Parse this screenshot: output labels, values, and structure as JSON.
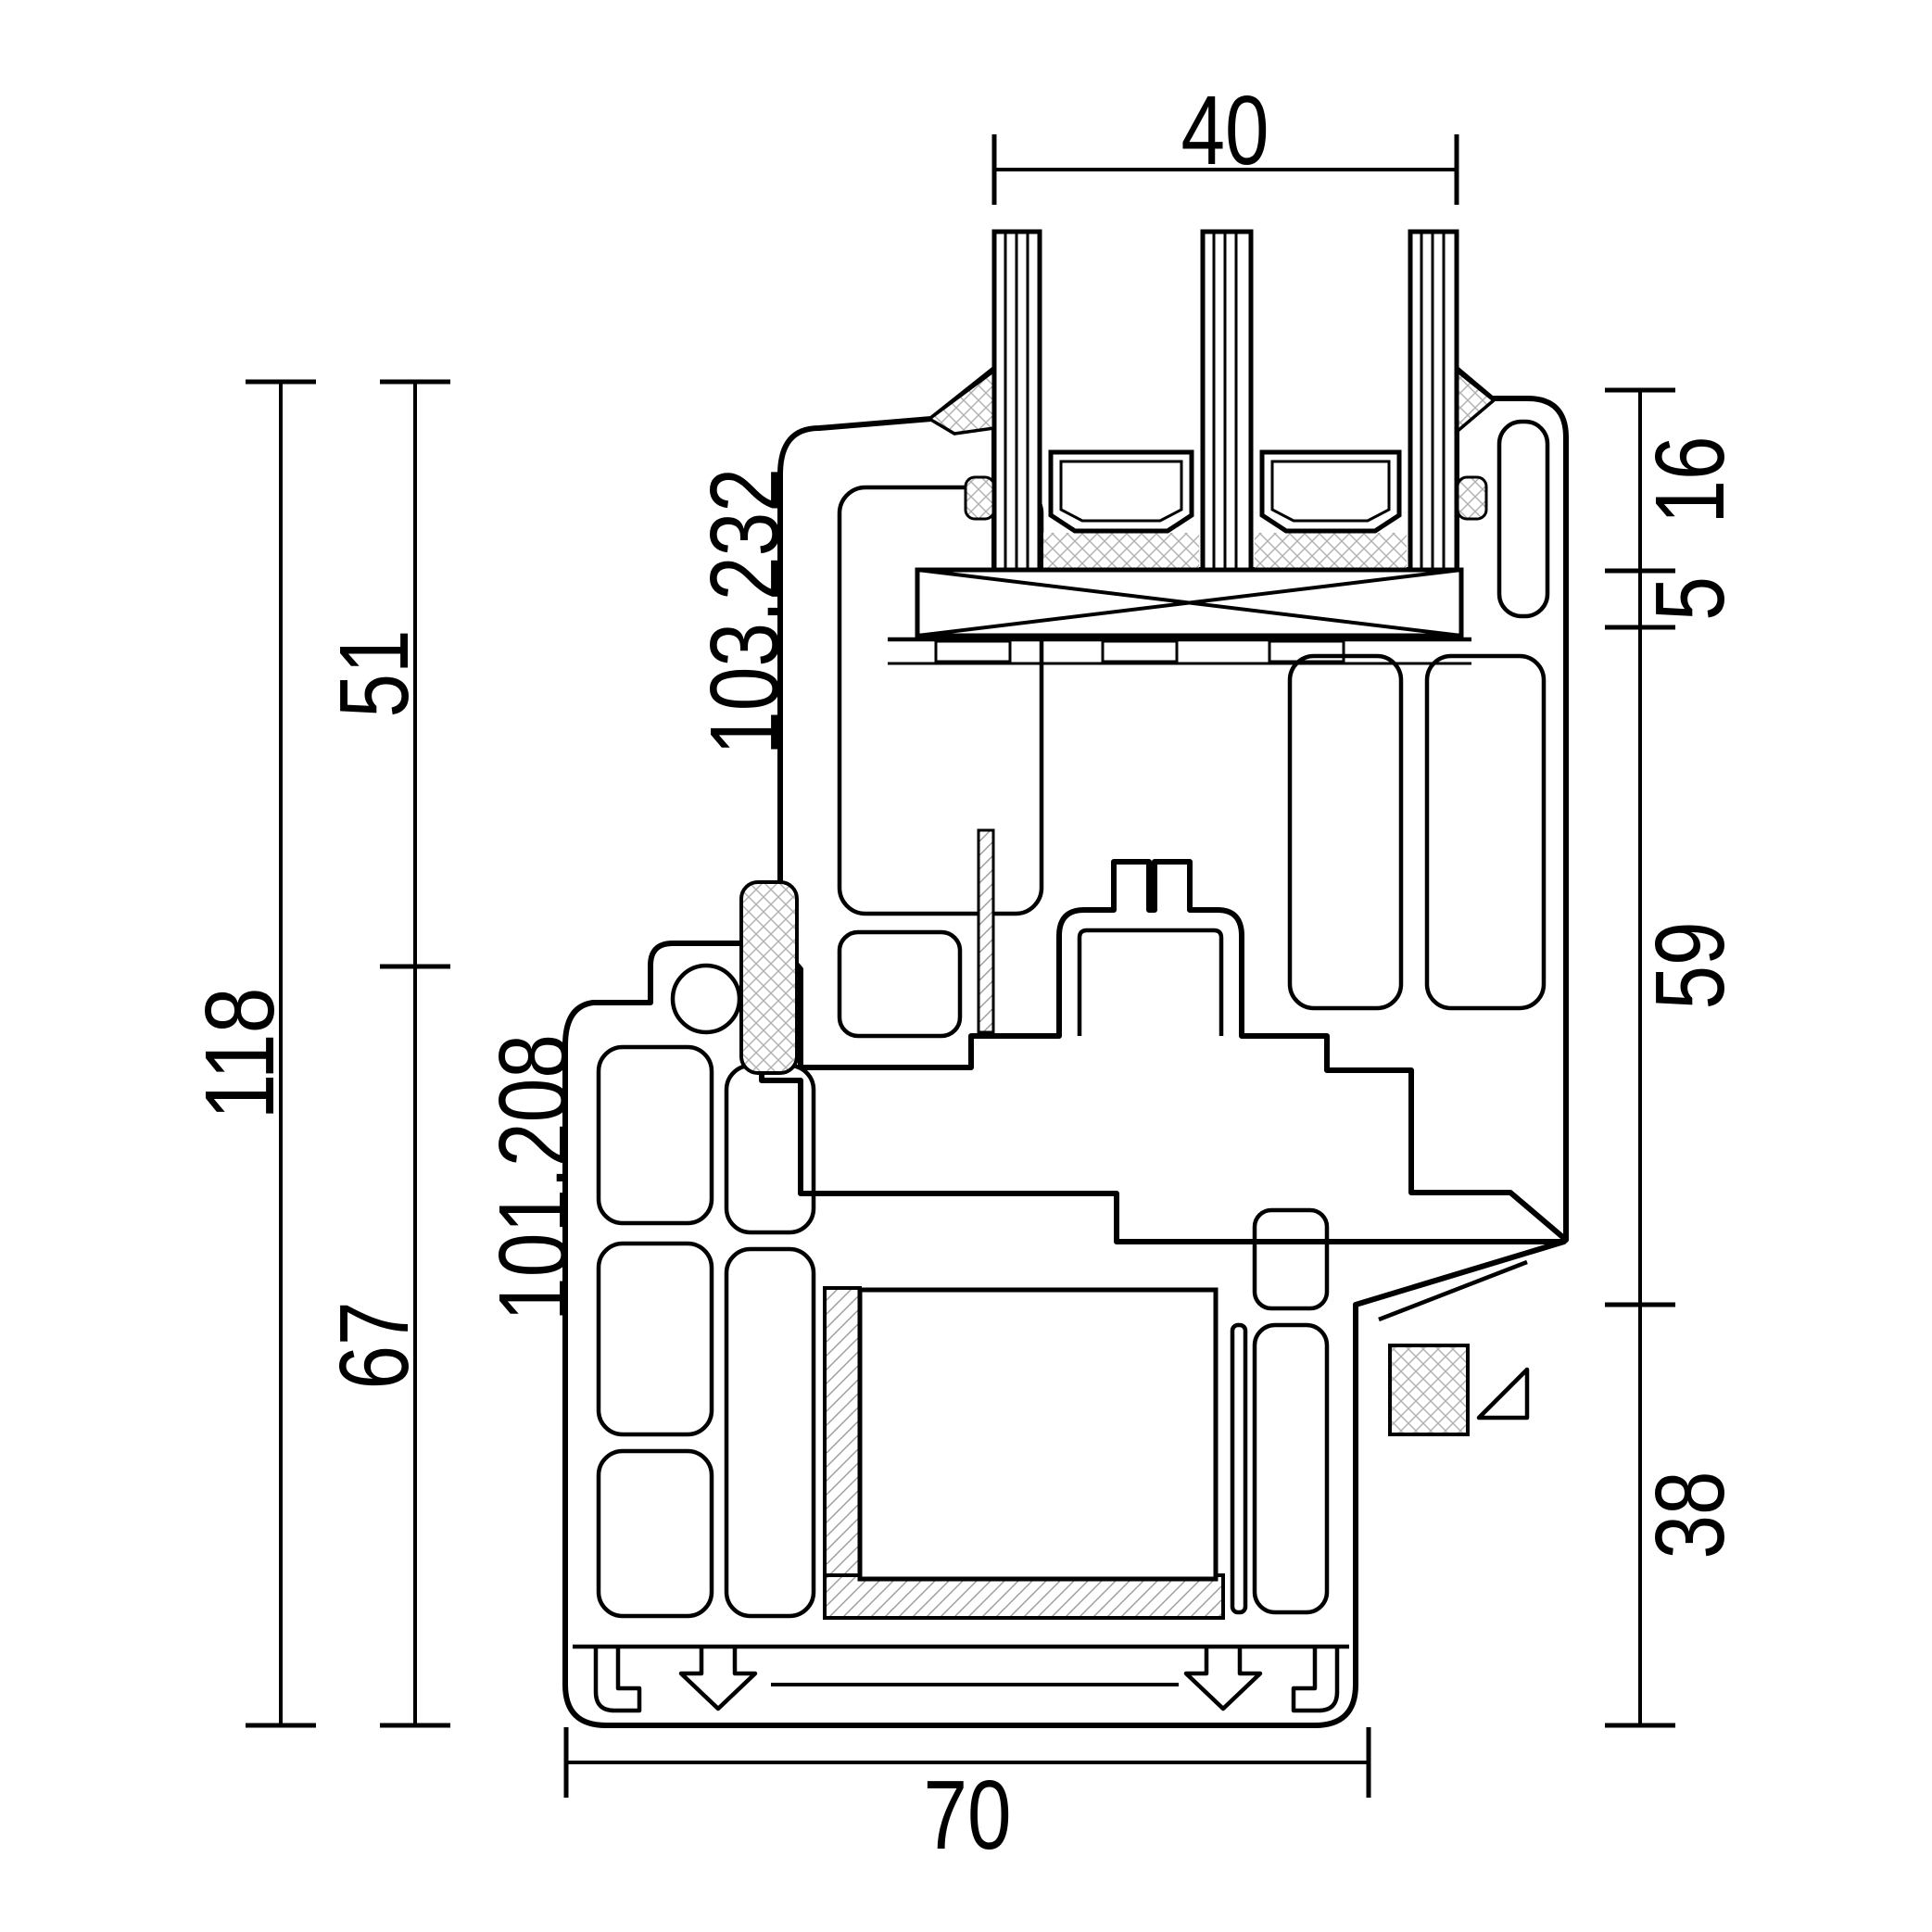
{
  "drawing": {
    "type": "window-profile-cross-section",
    "background": "#ffffff",
    "line_color": "#000000",
    "hatch_color": "#b0b0b0"
  },
  "dimensions": {
    "glazing_width": "40",
    "left": {
      "sash_height": "51",
      "total_height": "118",
      "frame_height": "67"
    },
    "right": {
      "glass_inset": "16",
      "setting_block": "5",
      "sash_zone": "59",
      "frame_zone": "38"
    },
    "bottom": {
      "frame_depth": "70"
    }
  },
  "labels": {
    "sash_article": "103.232",
    "frame_article": "101.208"
  }
}
